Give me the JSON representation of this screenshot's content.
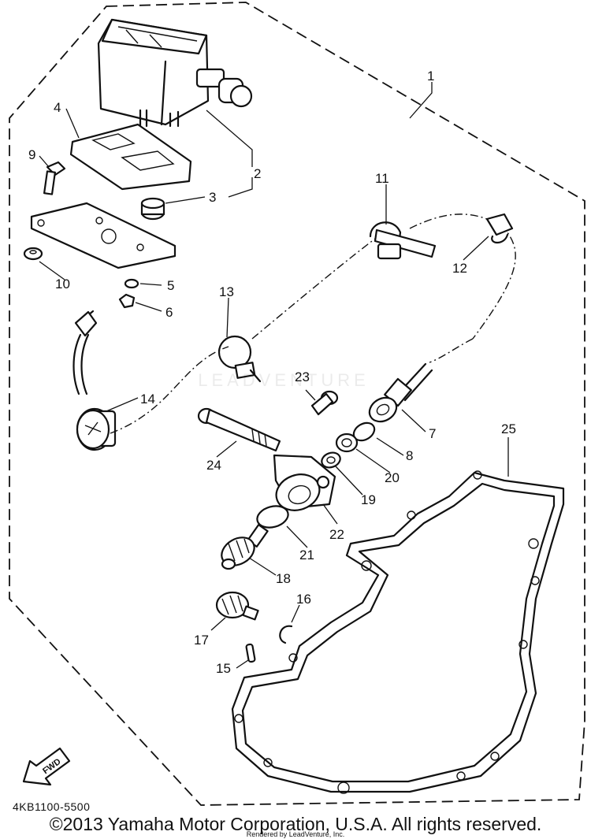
{
  "diagram": {
    "callouts": [
      {
        "id": "c1",
        "text": "1"
      },
      {
        "id": "c2",
        "text": "2"
      },
      {
        "id": "c3",
        "text": "3"
      },
      {
        "id": "c4",
        "text": "4"
      },
      {
        "id": "c5",
        "text": "5"
      },
      {
        "id": "c6",
        "text": "6"
      },
      {
        "id": "c7",
        "text": "7"
      },
      {
        "id": "c8",
        "text": "8"
      },
      {
        "id": "c9",
        "text": "9"
      },
      {
        "id": "c10",
        "text": "10"
      },
      {
        "id": "c11",
        "text": "11"
      },
      {
        "id": "c12",
        "text": "12"
      },
      {
        "id": "c13",
        "text": "13"
      },
      {
        "id": "c14",
        "text": "14"
      },
      {
        "id": "c15",
        "text": "15"
      },
      {
        "id": "c16",
        "text": "16"
      },
      {
        "id": "c17",
        "text": "17"
      },
      {
        "id": "c18",
        "text": "18"
      },
      {
        "id": "c19",
        "text": "19"
      },
      {
        "id": "c20",
        "text": "20"
      },
      {
        "id": "c21",
        "text": "21"
      },
      {
        "id": "c22",
        "text": "22"
      },
      {
        "id": "c23",
        "text": "23"
      },
      {
        "id": "c24",
        "text": "24"
      },
      {
        "id": "c25",
        "text": "25"
      }
    ],
    "fwd_label": "FWD",
    "watermark": "LEADVENTURE"
  },
  "footer": {
    "part_code": "4KB1100-5500",
    "copyright": "©2013 Yamaha Motor Corporation, U.S.A. All rights reserved.",
    "rendered_by": "Rendered by LeadVenture, Inc."
  }
}
